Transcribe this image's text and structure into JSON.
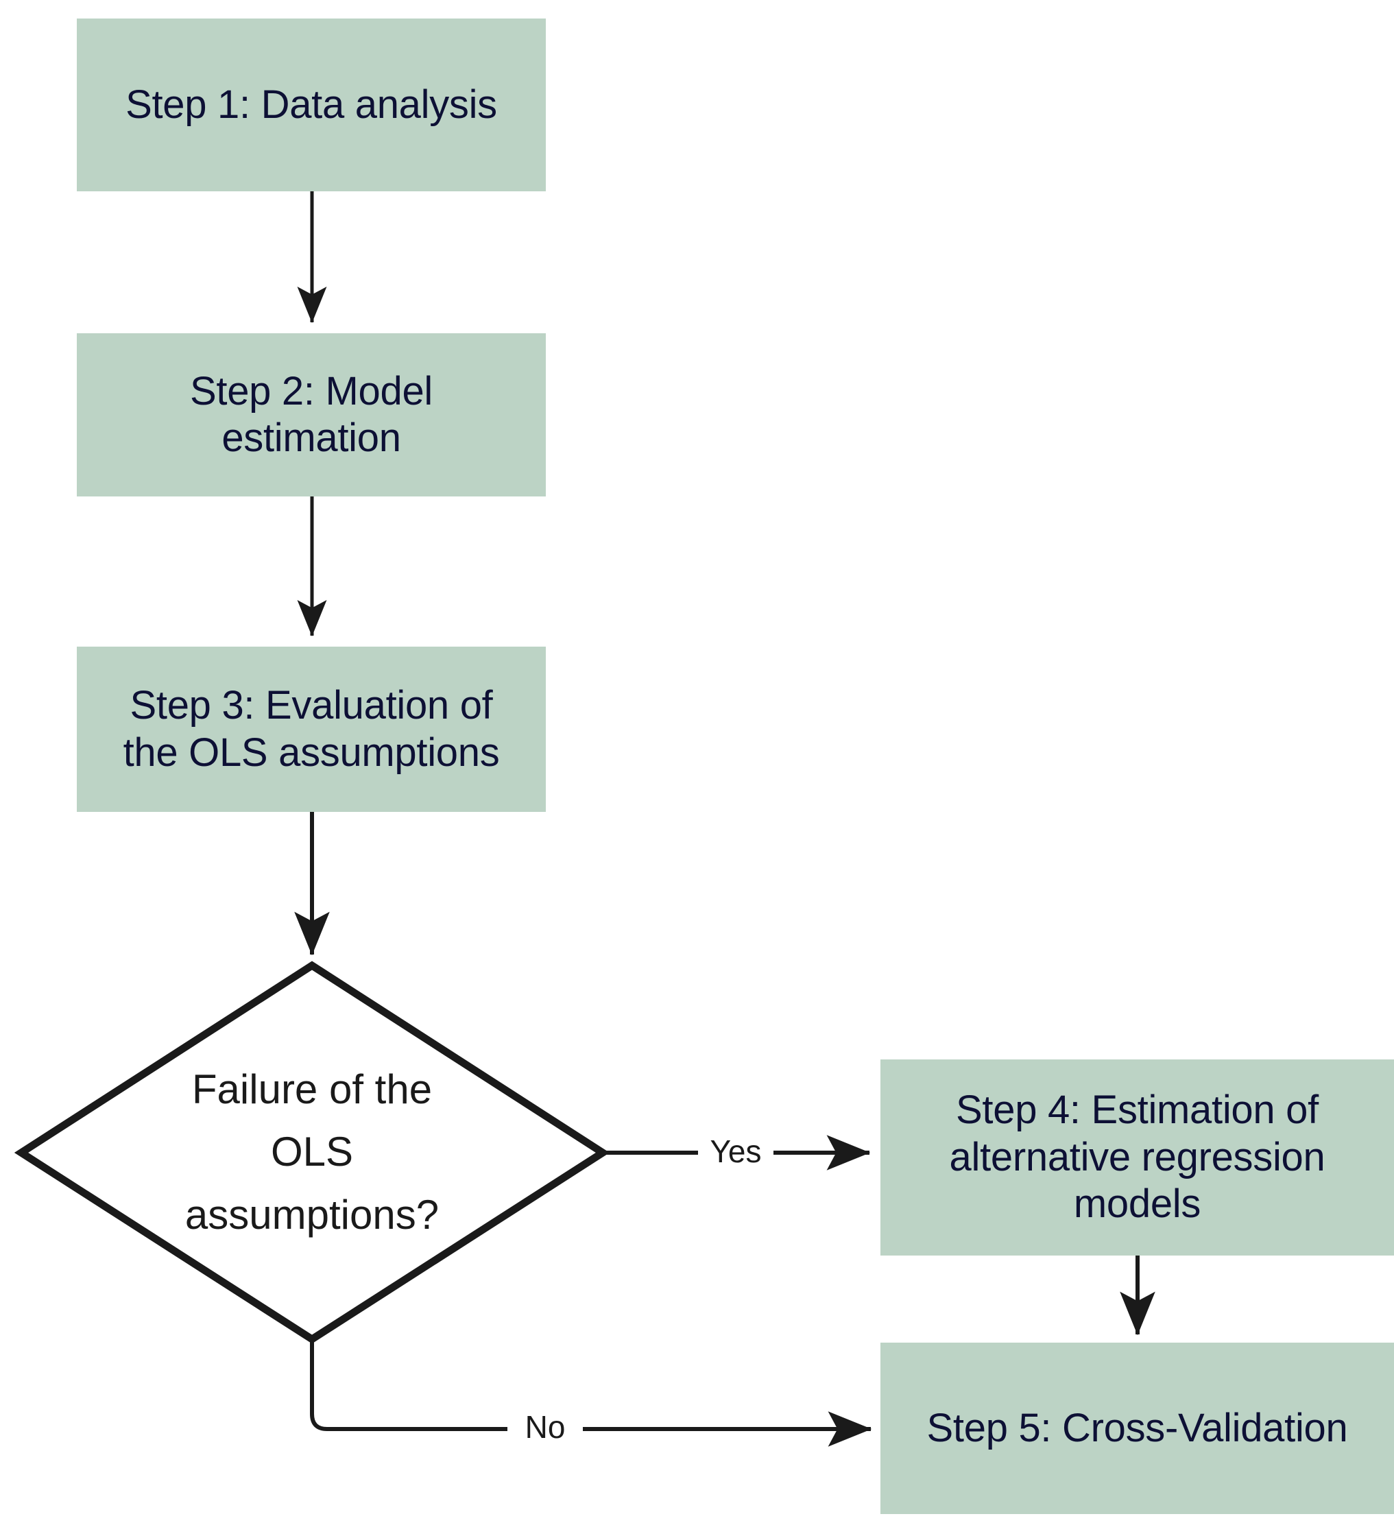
{
  "diagram": {
    "type": "flowchart",
    "orientation": "top-down-then-right",
    "background_color": "#ffffff",
    "node_fill_color": "#bcd3c5",
    "node_text_color": "#0d1035",
    "edge_color": "#1a1a1a",
    "decision_text_color": "#1a1a1a"
  },
  "nodes": {
    "step1": {
      "id": "step1",
      "shape": "rectangle",
      "label": "Step 1: Data analysis"
    },
    "step2": {
      "id": "step2",
      "shape": "rectangle",
      "label": "Step 2: Model\nestimation"
    },
    "step3": {
      "id": "step3",
      "shape": "rectangle",
      "label": "Step 3: Evaluation of\nthe OLS assumptions"
    },
    "decision": {
      "id": "decision",
      "shape": "diamond",
      "label": "Failure of the\nOLS\nassumptions?"
    },
    "step4": {
      "id": "step4",
      "shape": "rectangle",
      "label": "Step 4: Estimation of\nalternative regression\nmodels"
    },
    "step5": {
      "id": "step5",
      "shape": "rectangle",
      "label": "Step 5: Cross-Validation"
    }
  },
  "edges": [
    {
      "id": "e1",
      "from": "step1",
      "to": "step2",
      "label": "",
      "style": "straight-arrow"
    },
    {
      "id": "e2",
      "from": "step2",
      "to": "step3",
      "label": "",
      "style": "straight-arrow"
    },
    {
      "id": "e3",
      "from": "step3",
      "to": "decision",
      "label": "",
      "style": "straight-arrow"
    },
    {
      "id": "e4",
      "from": "decision",
      "to": "step4",
      "label": "Yes",
      "style": "straight-arrow"
    },
    {
      "id": "e5",
      "from": "step4",
      "to": "step5",
      "label": "",
      "style": "straight-arrow"
    },
    {
      "id": "e6",
      "from": "decision",
      "to": "step5",
      "label": "No",
      "style": "elbow-arrow"
    }
  ]
}
